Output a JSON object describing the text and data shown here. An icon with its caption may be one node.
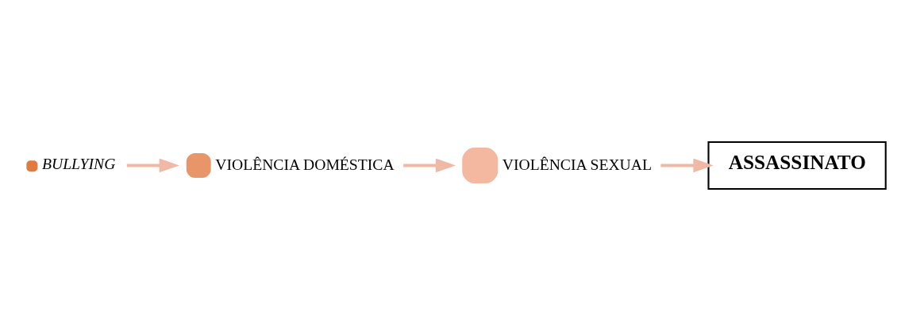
{
  "diagram": {
    "nodes": [
      {
        "text": [
          "BULLYING"
        ]
      },
      {
        "text": [
          "VIOLÊNCIA DOMÉSTICA"
        ]
      },
      {
        "text": [
          "VIOLÊNCIA SEXUAL"
        ]
      },
      {
        "text": [
          "ASSASSINATO"
        ]
      }
    ],
    "edges": [
      {
        "from": 0,
        "to": 1,
        "arrow": "to"
      },
      {
        "from": 1,
        "to": 2,
        "arrow": "to"
      },
      {
        "from": 2,
        "to": 3,
        "arrow": "to"
      }
    ]
  }
}
